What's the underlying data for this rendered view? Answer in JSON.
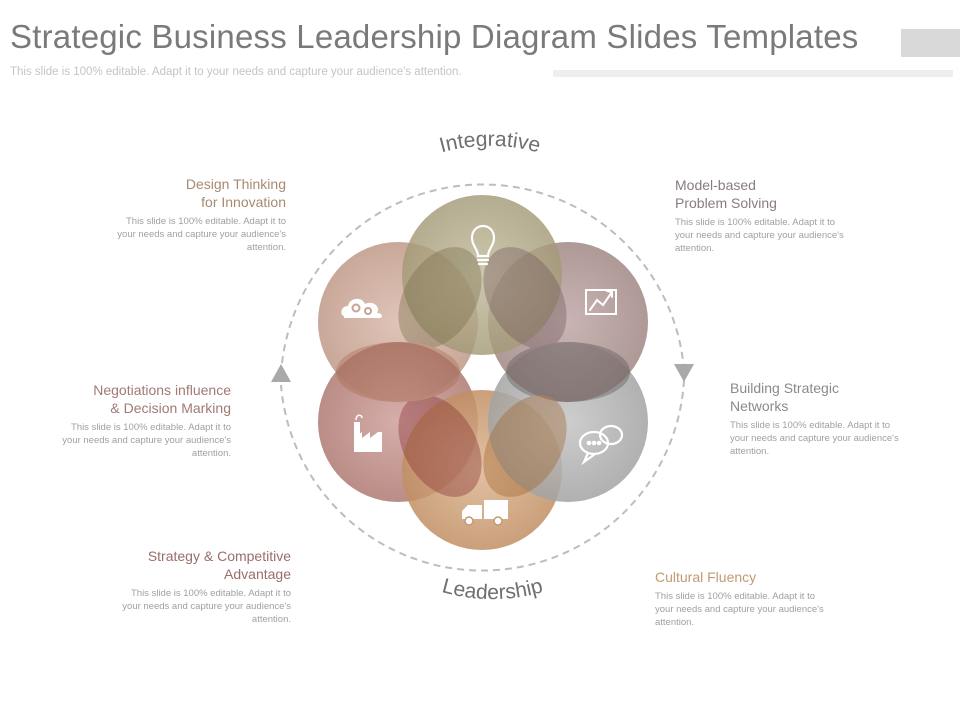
{
  "title": "Strategic Business Leadership Diagram Slides Templates",
  "subtitle": "This slide is 100% editable. Adapt it to your needs and capture your audience's attention.",
  "ring_labels": {
    "top": "Integrative",
    "bottom": "Leadership"
  },
  "blocks": {
    "design": {
      "title_l1": "Design Thinking",
      "title_l2": "for Innovation",
      "desc_l1": "This slide is 100% editable. Adapt it to",
      "desc_l2": "your needs and capture your audience's",
      "desc_l3": "attention.",
      "color": "#a88a70"
    },
    "model": {
      "title_l1": "Model-based",
      "title_l2": "Problem Solving",
      "desc_l1": "This slide is 100% editable. Adapt it to",
      "desc_l2": "your needs and capture your audience's",
      "desc_l3": "attention.",
      "color": "#8a7c7c"
    },
    "negotiations": {
      "title_l1": "Negotiations influence",
      "title_l2": "& Decision Marking",
      "desc_l1": "This slide is 100% editable. Adapt it to",
      "desc_l2": "your needs and capture your audience's",
      "desc_l3": "attention.",
      "color": "#a07a74"
    },
    "networks": {
      "title_l1": "Building Strategic",
      "title_l2": "Networks",
      "desc_l1": "This slide is 100% editable. Adapt it to",
      "desc_l2": "your needs and capture your audience's",
      "desc_l3": "attention.",
      "color": "#8a8a8a"
    },
    "strategy": {
      "title_l1": "Strategy & Competitive",
      "title_l2": "Advantage",
      "desc_l1": "This slide is 100% editable. Adapt it to",
      "desc_l2": "your needs and capture your audience's",
      "desc_l3": "attention.",
      "color": "#9a6e6a"
    },
    "cultural": {
      "title_l1": "Cultural Fluency",
      "desc_l1": "This slide is 100% editable. Adapt it to",
      "desc_l2": "your needs and capture your audience's",
      "desc_l3": "attention.",
      "color": "#c29a72"
    }
  },
  "circles": [
    {
      "name": "innovation",
      "icon": "lightbulb-icon",
      "color": "#aaa180"
    },
    {
      "name": "problem-solving",
      "icon": "growth-chart-icon",
      "color": "#a88f8d"
    },
    {
      "name": "networks",
      "icon": "chat-bubbles-icon",
      "color": "#a9a9a9"
    },
    {
      "name": "cultural",
      "icon": "delivery-truck-icon",
      "color": "#c7986f"
    },
    {
      "name": "strategy",
      "icon": "factory-icon",
      "color": "#ba8882"
    },
    {
      "name": "design",
      "icon": "cloud-gears-icon",
      "color": "#c7a495"
    }
  ]
}
